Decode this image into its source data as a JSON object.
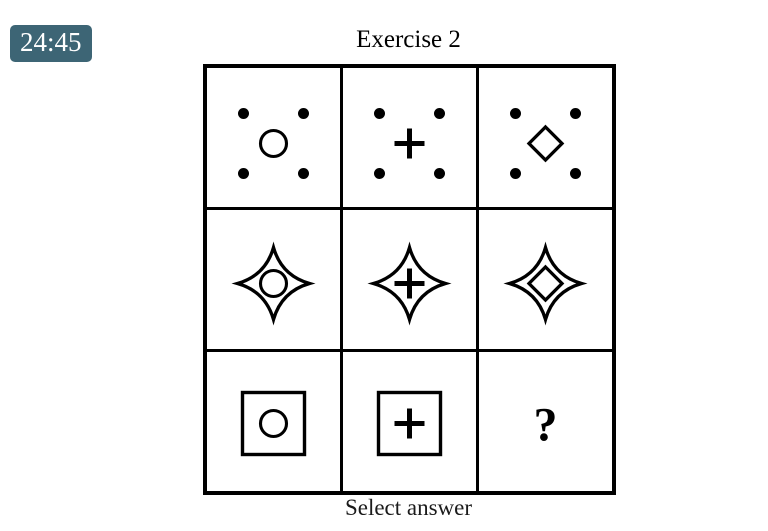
{
  "timer": {
    "value": "24:45"
  },
  "title": "Exercise 2",
  "footer": {
    "label": "Select answer"
  },
  "colors": {
    "timer_bg": "#3d6575",
    "timer_text": "#ffffff",
    "ink": "#000000",
    "grid_line": "#000000",
    "page_bg": "#ffffff"
  },
  "puzzle": {
    "rows": 3,
    "cols": 3,
    "cells": [
      {
        "name": "dots-circle",
        "frame": "dots",
        "inner": "circle",
        "label": null
      },
      {
        "name": "dots-plus",
        "frame": "dots",
        "inner": "plus",
        "label": null
      },
      {
        "name": "dots-diamond",
        "frame": "dots",
        "inner": "diamond",
        "label": null
      },
      {
        "name": "star-circle",
        "frame": "star",
        "inner": "circle",
        "label": null
      },
      {
        "name": "star-plus",
        "frame": "star",
        "inner": "plus",
        "label": null
      },
      {
        "name": "star-diamond",
        "frame": "star",
        "inner": "diamond",
        "label": null
      },
      {
        "name": "square-circle",
        "frame": "square",
        "inner": "circle",
        "label": null
      },
      {
        "name": "square-plus",
        "frame": "square",
        "inner": "plus",
        "label": null
      },
      {
        "name": "unknown",
        "frame": "question",
        "inner": null,
        "label": "?"
      }
    ]
  }
}
